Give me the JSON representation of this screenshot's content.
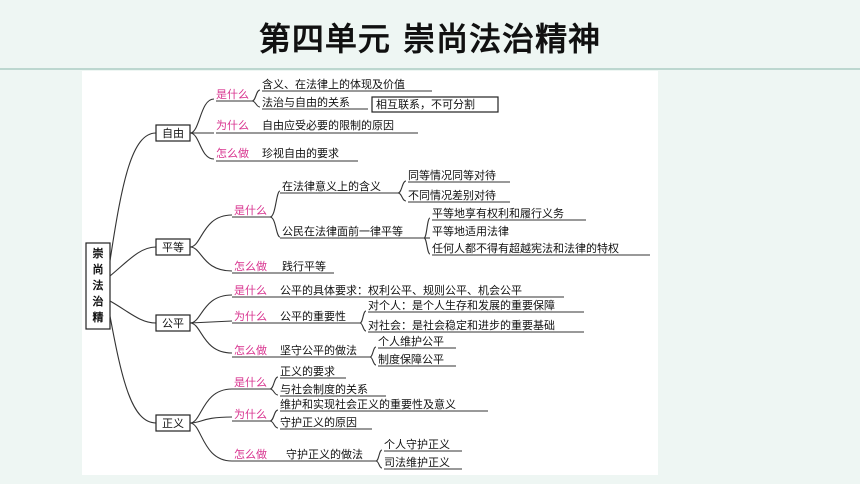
{
  "title": "第四单元 崇尚法治精神",
  "root": "崇尚法治精神",
  "branches": {
    "ziyou": {
      "label": "自由",
      "q1": "是什么",
      "q1_items": [
        "含义、在法律上的体现及价值",
        "法治与自由的关系"
      ],
      "relation_note": "相互联系，不可分割",
      "q2": "为什么",
      "q2_item": "自由应受必要的限制的原因",
      "q3": "怎么做",
      "q3_item": "珍视自由的要求"
    },
    "pingdeng": {
      "label": "平等",
      "q1": "是什么",
      "legal_meaning": "在法律意义上的含义",
      "legal_meaning_items": [
        "同等情况同等对待",
        "不同情况差别对待"
      ],
      "before_law": "公民在法律面前一律平等",
      "before_law_items": [
        "平等地享有权利和履行义务",
        "平等地适用法律",
        "任何人都不得有超越宪法和法律的特权"
      ],
      "q3": "怎么做",
      "q3_item": "践行平等"
    },
    "gongping": {
      "label": "公平",
      "q1": "是什么",
      "q1_item": "公平的具体要求：权利公平、规则公平、机会公平",
      "q2": "为什么",
      "q2_item": "公平的重要性",
      "q2_sub": [
        "对个人：是个人生存和发展的重要保障",
        "对社会：是社会稳定和进步的重要基础"
      ],
      "q3": "怎么做",
      "q3_item": "坚守公平的做法",
      "q3_sub": [
        "个人维护公平",
        "制度保障公平"
      ]
    },
    "zhengyi": {
      "label": "正义",
      "q1": "是什么",
      "q1_items": [
        "正义的要求",
        "与社会制度的关系"
      ],
      "q2": "为什么",
      "q2_items": [
        "维护和实现社会正义的重要性及意义",
        "守护正义的原因"
      ],
      "q3": "怎么做",
      "q3_item": "守护正义的做法",
      "q3_sub": [
        "个人守护正义",
        "司法维护正义"
      ]
    }
  }
}
